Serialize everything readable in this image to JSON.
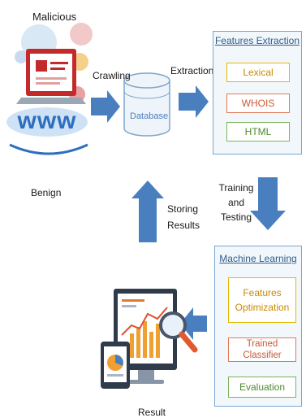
{
  "labels": {
    "malicious": "Malicious",
    "benign": "Benign",
    "crawling": "Crawling",
    "extraction": "Extraction",
    "database": "Database",
    "training_line1": "Training",
    "training_line2": "and",
    "training_line3": "Testing",
    "storing_line1": "Storing",
    "storing_line2": "Results",
    "result": "Result"
  },
  "features_panel": {
    "title": "Features Extraction",
    "items": [
      "Lexical",
      "WHOIS",
      "HTML"
    ]
  },
  "ml_panel": {
    "title": "Machine Learning",
    "step1_line1": "Features",
    "step1_line2": "Optimization",
    "step2": "Trained Classifier",
    "step3": "Evaluation"
  },
  "colors": {
    "arrow": "#4a7fbf",
    "panel_border": "#7aa6cf",
    "panel_fill": "#f2f7fb"
  }
}
